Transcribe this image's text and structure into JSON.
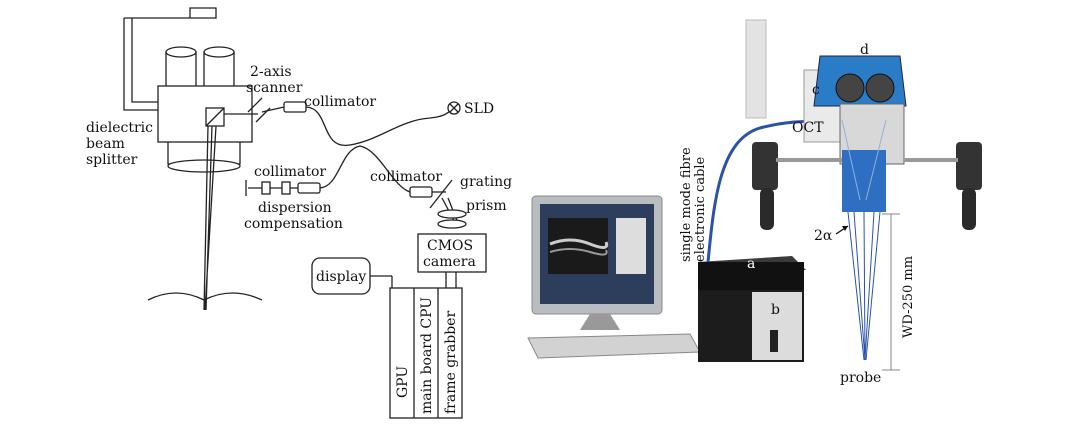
{
  "schematic": {
    "scanner": [
      "2-axis",
      "scanner"
    ],
    "collimator_top": "collimator",
    "sld": "SLD",
    "beam_splitter": [
      "dielectric",
      "beam",
      "splitter"
    ],
    "collimator_ref": "collimator",
    "dispersion": [
      "dispersion",
      "compensation"
    ],
    "collimator_spec": "collimator",
    "grating": "grating",
    "prism": "prism",
    "camera": [
      "CMOS",
      "camera"
    ],
    "display": "display",
    "gpu": "GPU",
    "main_board": "main board CPU",
    "frame_grabber": "frame grabber"
  },
  "photo": {
    "label_a": "a",
    "label_b": "b",
    "label_c": "c",
    "label_d": "d",
    "oct": "OCT",
    "fibre": [
      "single mode fibre",
      "electronic cable"
    ],
    "angle": "2α",
    "working_distance": "WD-250 mm",
    "probe": "probe"
  }
}
